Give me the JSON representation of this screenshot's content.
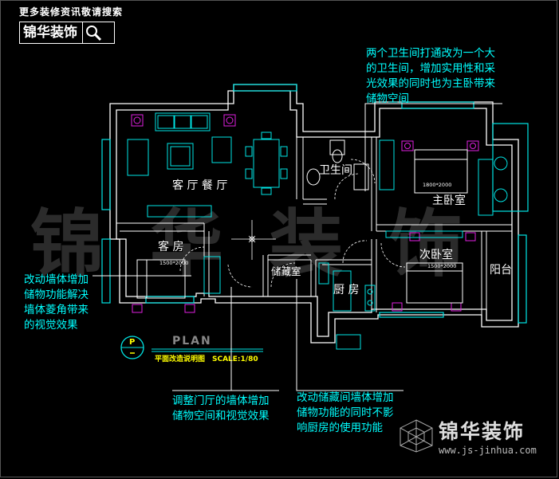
{
  "brand": {
    "slogan": "更多装修资讯敬请搜索",
    "name": "锦华装饰",
    "watermark": "锦华装饰",
    "url": "www.js-jinhua.com"
  },
  "rooms": {
    "living": "客 厅 餐 厅",
    "bath": "卫生间",
    "master": "主卧室",
    "guest": "客 房",
    "second": "次卧室",
    "balcony": "阳台",
    "storage": "储藏室",
    "kitchen": "厨 房"
  },
  "beds": {
    "master": "1800*2000",
    "guest": "1500*2000",
    "second": "1500*2000"
  },
  "title_block": {
    "symbol": "P",
    "plan": "PLAN",
    "caption": "平面改造说明图",
    "scale": "SCALE:1/80"
  },
  "notes": {
    "bathroom": [
      "两个卫生间打通改为一个大",
      "的卫生间，增加实用性和采",
      "光效果的同时也为主卧带来",
      "储物空间"
    ],
    "guestroom": [
      "改动墙体增加",
      "储物功能解决",
      "墙体菱角带来",
      "的视觉效果"
    ],
    "foyer": [
      "调整门厅的墙体增加",
      "储物空间和视觉效果"
    ],
    "storage": [
      "改动储藏间墙体增加",
      "储物功能的同时不影",
      "响厨房的使用功能"
    ]
  },
  "colors": {
    "wall": "#ffffff",
    "cyan": "#00e5e5",
    "magenta": "#e020e0",
    "yellow": "#ffff00",
    "note": "#00ffff",
    "leader": "#ffffff"
  }
}
